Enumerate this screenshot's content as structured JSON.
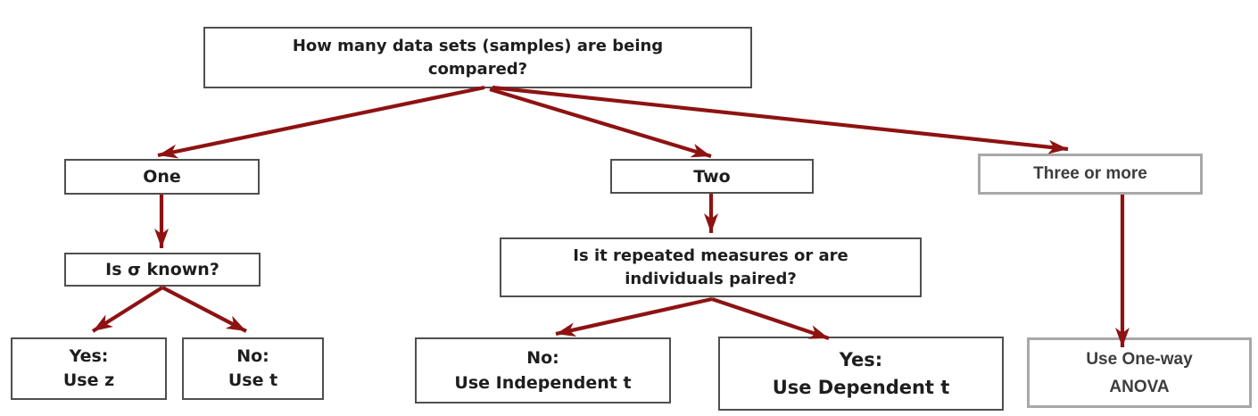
{
  "diagram": {
    "description": "Decision flowchart for choosing a statistical test",
    "nodes": {
      "root": {
        "lines": [
          "How many data sets (samples) are being",
          "compared?"
        ]
      },
      "one": {
        "lines": [
          "One"
        ]
      },
      "two": {
        "lines": [
          "Two"
        ]
      },
      "three_or_more": {
        "lines": [
          "Three or more"
        ]
      },
      "sigma_known": {
        "lines": [
          "Is σ known?"
        ]
      },
      "paired": {
        "lines": [
          "Is it repeated measures or are",
          "individuals paired?"
        ]
      },
      "use_z": {
        "lines": [
          "Yes:",
          "Use z"
        ]
      },
      "use_t": {
        "lines": [
          "No:",
          "Use t"
        ]
      },
      "independent_t": {
        "lines": [
          "No:",
          "Use Independent t"
        ]
      },
      "dependent_t": {
        "lines": [
          "Yes:",
          "Use Dependent t"
        ]
      },
      "anova": {
        "lines": [
          "Use One-way",
          "ANOVA"
        ]
      }
    },
    "edges": [
      "root to one",
      "root to two",
      "root to three_or_more",
      "one to sigma_known",
      "sigma_known to use_z",
      "sigma_known to use_t",
      "two to paired",
      "paired to independent_t",
      "paired to dependent_t",
      "three_or_more to anova"
    ]
  },
  "colors": {
    "arrow": "#8e1212",
    "box_border_dark": "#4f4f4f",
    "box_border_gray": "#a8a8a8",
    "text_dark": "#1e1e1e",
    "text_gray_box": "#3d3d3d",
    "background": "#ffffff"
  }
}
